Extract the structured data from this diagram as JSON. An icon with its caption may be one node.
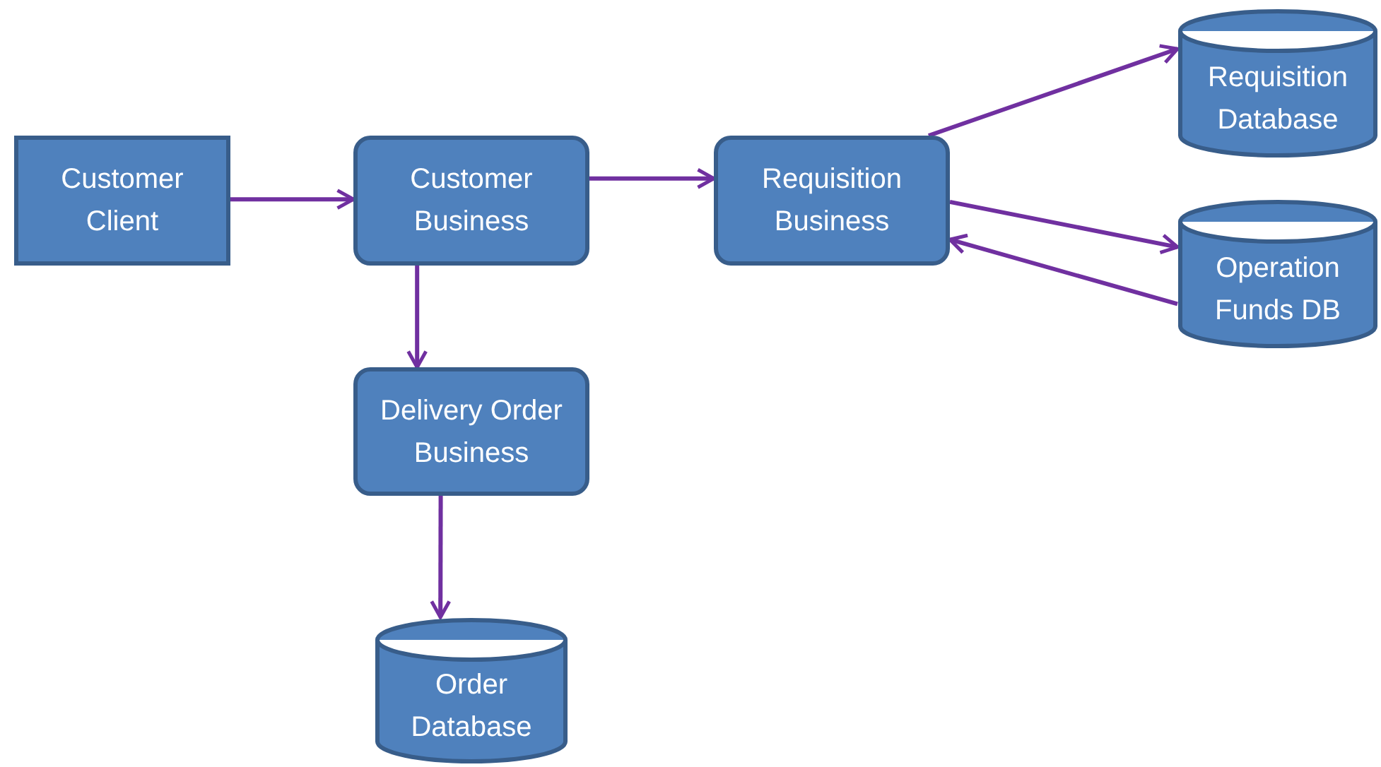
{
  "diagram": {
    "nodes": [
      {
        "text": [
          "Customer Client"
        ]
      },
      {
        "text": [
          "Customer Business"
        ]
      },
      {
        "text": [
          "Requisition Business"
        ]
      },
      {
        "text": [
          "Requisition Database"
        ]
      },
      {
        "text": [
          "Operation Funds DB"
        ]
      },
      {
        "text": [
          "Delivery Order Business"
        ]
      },
      {
        "text": [
          "Order Database"
        ]
      }
    ],
    "edges": [
      {
        "from": 0,
        "to": 1,
        "arrow": "to"
      },
      {
        "from": 1,
        "to": 2,
        "arrow": "to"
      },
      {
        "from": 2,
        "to": 3,
        "arrow": "to"
      },
      {
        "from": 2,
        "to": 4,
        "arrow": "to"
      },
      {
        "from": 4,
        "to": 2,
        "arrow": "to"
      },
      {
        "from": 1,
        "to": 5,
        "arrow": "to"
      },
      {
        "from": 5,
        "to": 6,
        "arrow": "to"
      }
    ]
  }
}
